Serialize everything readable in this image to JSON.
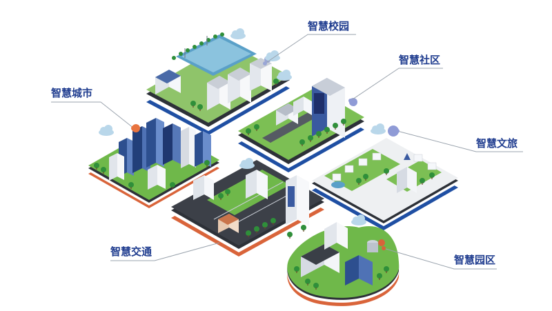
{
  "labels": {
    "campus": "智慧校园",
    "community": "智慧社区",
    "city": "智慧城市",
    "tourism": "智慧文旅",
    "traffic": "智慧交通",
    "park": "智慧园区"
  },
  "colors": {
    "label_text": "#1f3c8f",
    "leader_line": "#9aa3ad",
    "blue_base": "#1f4fa3",
    "orange_base": "#d9643a",
    "dark_slab": "#2d3138",
    "grass": "#5fae3a",
    "tree": "#2f8f3a",
    "glass": "#2d4f8f",
    "building_white": "#f1f3f6",
    "cloud": "#b9d7ea"
  }
}
